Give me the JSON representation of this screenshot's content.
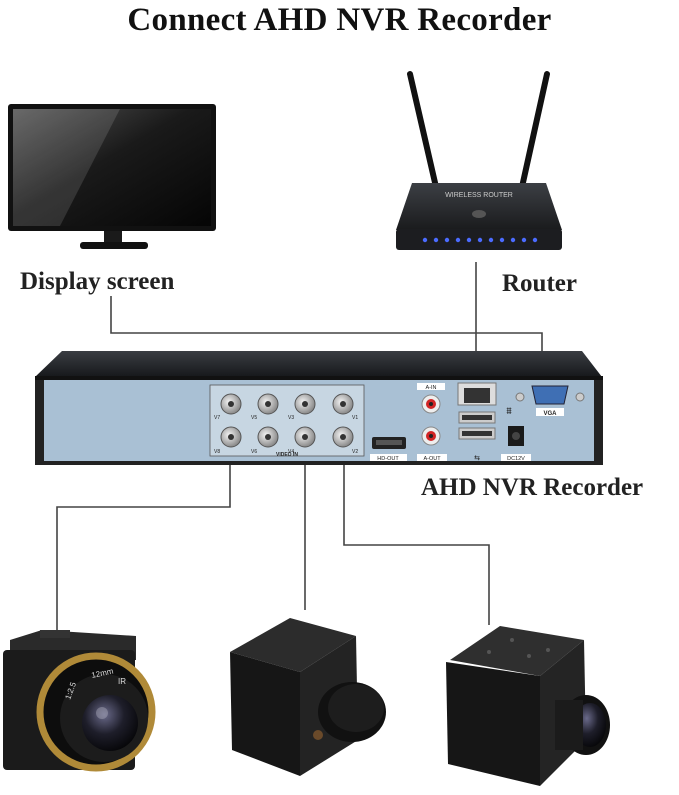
{
  "title": "Connect AHD NVR Recorder",
  "labels": {
    "display": "Display screen",
    "router": "Router",
    "nvr": "AHD NVR Recorder"
  },
  "router_text": "WIRELESS ROUTER",
  "nvr_port_labels": {
    "video_in": "VIDEO IN",
    "v1": "V1",
    "v2": "V2",
    "v3": "V3",
    "v4": "V4",
    "v5": "V5",
    "v6": "V6",
    "v7": "V7",
    "v8": "V8",
    "hd_out": "HD-OUT",
    "a_in": "A-IN",
    "a_out": "A-OUT",
    "vga": "VGA",
    "dc12v": "DC12V"
  },
  "lens_text": {
    "lens1_a": "12mm",
    "lens1_b": "1:2.5",
    "lens1_c": "IR"
  },
  "colors": {
    "wire": "#444444",
    "nvr_front": "#a9c0d4",
    "router_leds": "#4b6bff"
  }
}
